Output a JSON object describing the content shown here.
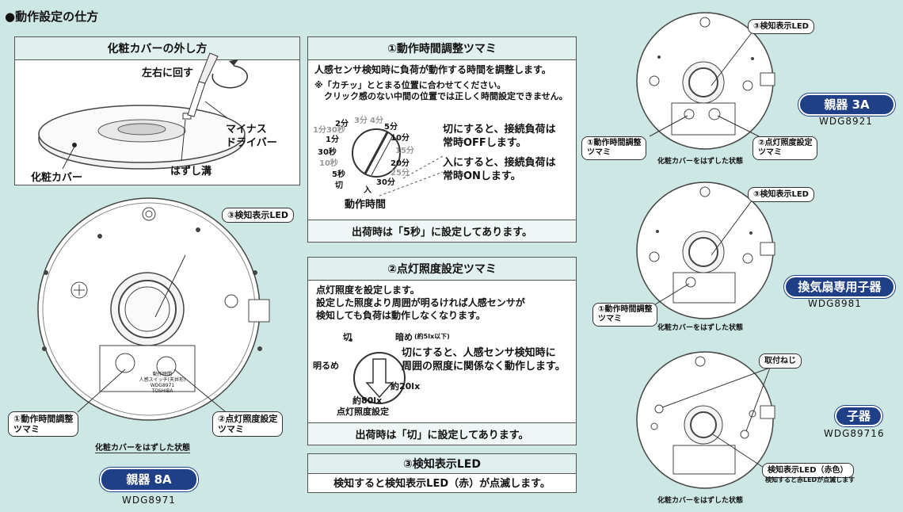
{
  "section_title": "●動作設定の仕方",
  "cover_panel": {
    "title": "化粧カバーの外し方",
    "rotate_label": "左右に回す",
    "driver_label": "マイナス\nドライバー",
    "cover_label": "化粧カバー",
    "groove_label": "はずし溝"
  },
  "main_unit": {
    "led_callout": "③検知表示LED",
    "time_knob_callout": "①動作時間調整\nツマミ",
    "lux_knob_callout": "②点灯照度設定\nツマミ",
    "caption": "化粧カバーをはずした状態",
    "badge": "親器 8A",
    "model": "WDG8971",
    "plate_text_1": "動作時間",
    "plate_text_2": "人感スイッチ(天井形)",
    "plate_text_3": "WDG8971",
    "plate_text_4": "TOSHIBA"
  },
  "time_panel": {
    "title": "①動作時間調整ツマミ",
    "desc": "人感センサ検知時に負荷が動作する時間を調整します。",
    "note_1": "※「カチッ」ととまる位置に合わせてください。",
    "note_2": "クリック感のない中間の位置では正しく時間設定できません。",
    "dial_labels": [
      "2分",
      "3分",
      "4分",
      "5分",
      "10分",
      "15分",
      "20分",
      "25分",
      "30分",
      "入",
      "切",
      "5秒",
      "10秒",
      "30秒",
      "1分",
      "1分30秒"
    ],
    "dial_caption": "動作時間",
    "off_text": "切にすると、接続負荷は\n常時OFFします。",
    "on_text": "入にすると、接続負荷は\n常時ONします。",
    "footer": "出荷時は「5秒」に設定してあります。"
  },
  "lux_panel": {
    "title": "②点灯照度設定ツマミ",
    "desc_1": "点灯照度を設定します。",
    "desc_2": "設定した照度より周囲が明るければ人感センサが",
    "desc_3": "検知しても負荷は動作しなくなります。",
    "label_off": "切",
    "label_dark": "暗め",
    "label_dark_sub": "(約5lx以下)",
    "label_bright": "明るめ",
    "label_20": "約20lx",
    "label_80": "約80lx",
    "dial_caption": "点灯照度設定",
    "off_text": "切にすると、人感センサ検知時に\n周囲の照度に関係なく動作します。",
    "footer": "出荷時は「切」に設定してあります。"
  },
  "led_panel": {
    "title": "③検知表示LED",
    "text": "検知すると検知表示LED（赤）が点滅します。"
  },
  "unit_3a": {
    "led_callout": "③検知表示LED",
    "time_callout": "①動作時間調整\nツマミ",
    "lux_callout": "②点灯照度設定\nツマミ",
    "caption": "化粧カバーをはずした状態",
    "badge": "親器 3A",
    "model": "WDG8921"
  },
  "unit_fan": {
    "led_callout": "③検知表示LED",
    "time_callout": "①動作時間調整\nツマミ",
    "caption": "化粧カバーをはずした状態",
    "badge": "換気扇専用子器",
    "model": "WDG8981"
  },
  "unit_child": {
    "screw_callout": "取付ねじ",
    "led_callout": "検知表示LED（赤色）",
    "led_sub": "検知すると赤LEDが点滅します",
    "caption": "化粧カバーをはずした状態",
    "badge": "子器",
    "model": "WDG89716"
  },
  "colors": {
    "badge": "#1f3f86",
    "background": "#cde7e4",
    "header": "#dff0ee"
  }
}
